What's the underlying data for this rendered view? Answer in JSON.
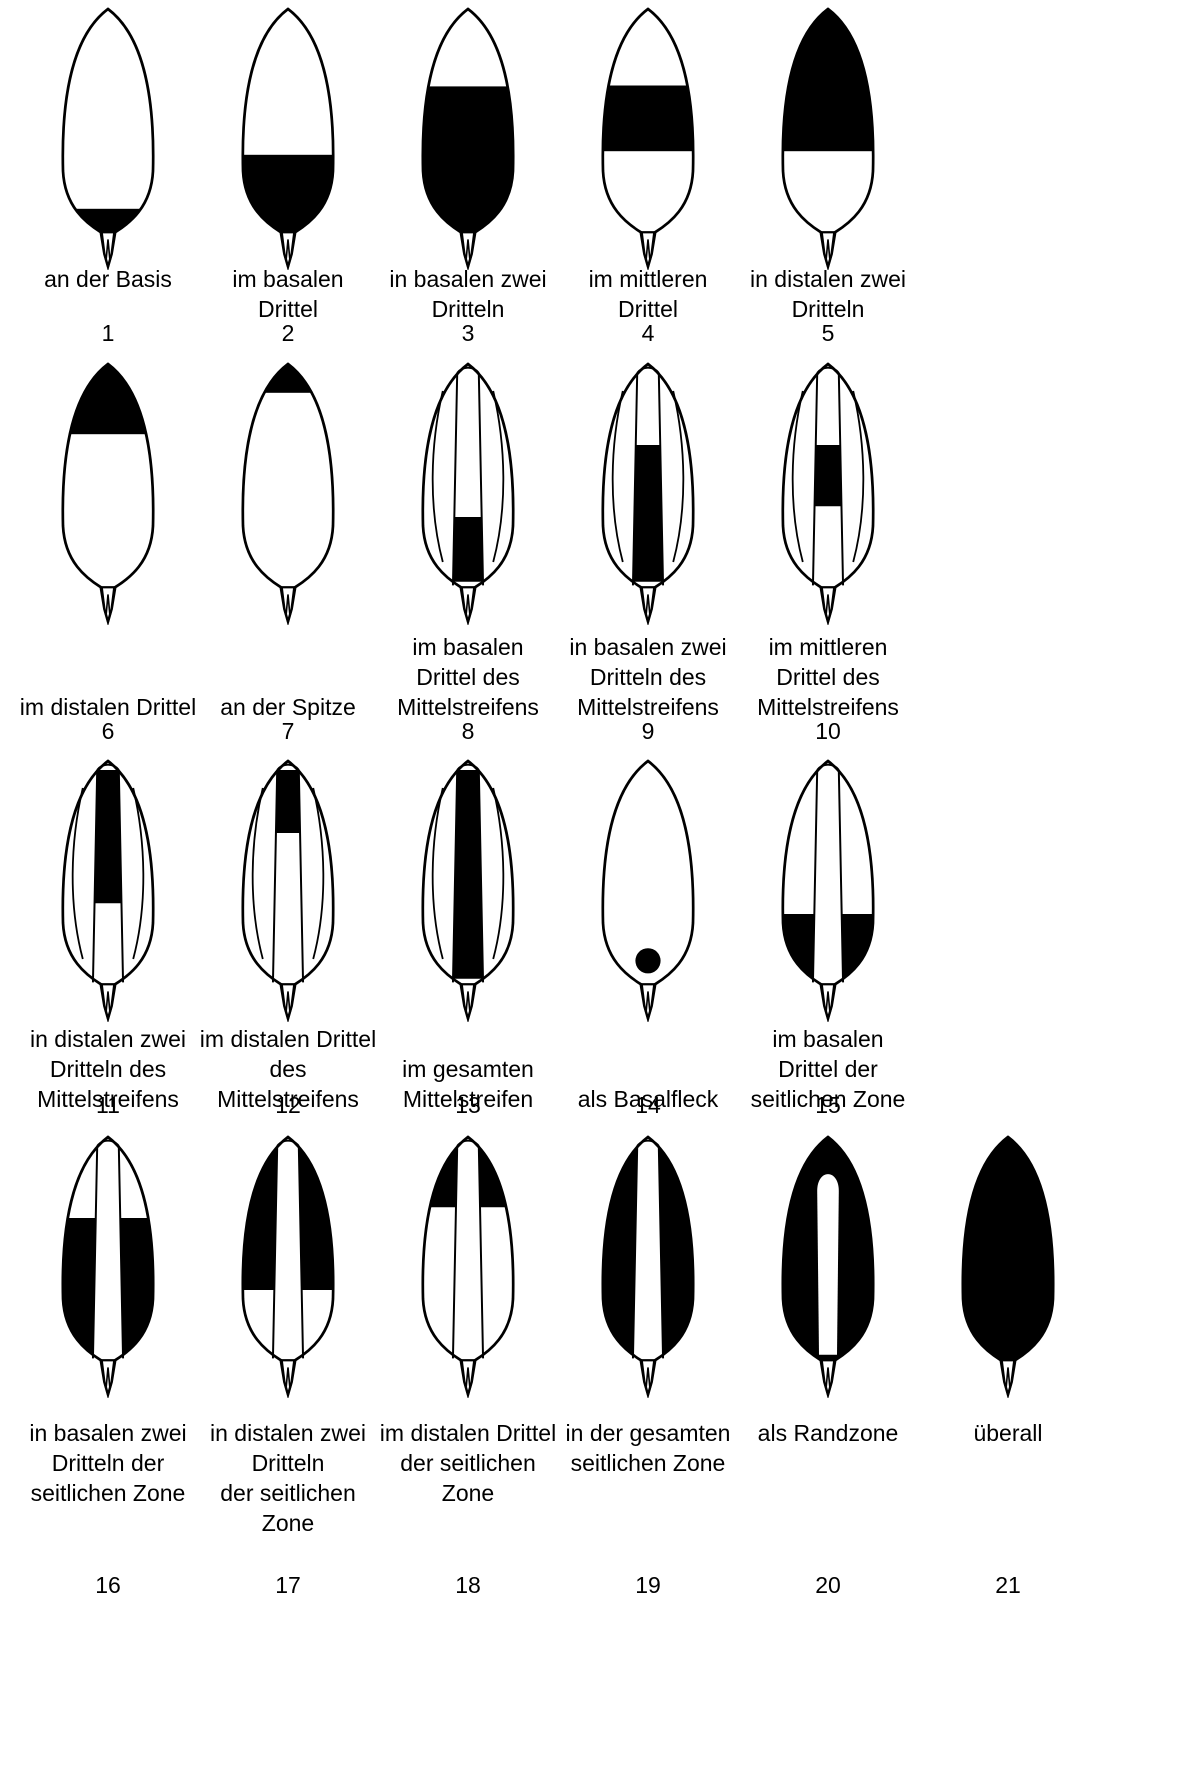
{
  "figure": {
    "rows": [
      {
        "items": [
          {
            "pattern": "basis",
            "label": "an der Basis",
            "number": "1"
          },
          {
            "pattern": "basal-third",
            "label": "im basalen\nDrittel",
            "number": "2"
          },
          {
            "pattern": "basal-two-thirds",
            "label": "in basalen zwei\nDritteln",
            "number": "3"
          },
          {
            "pattern": "middle-third",
            "label": "im mittleren\nDrittel",
            "number": "4"
          },
          {
            "pattern": "distal-two-thirds",
            "label": "in distalen zwei\nDritteln",
            "number": "5"
          }
        ]
      },
      {
        "items": [
          {
            "pattern": "distal-third",
            "label": "im distalen Drittel",
            "number": "6"
          },
          {
            "pattern": "tip",
            "label": "an der Spitze",
            "number": "7"
          },
          {
            "pattern": "stripe-basal-third",
            "label": "im basalen\nDrittel des\nMittelstreifens",
            "number": "8"
          },
          {
            "pattern": "stripe-basal-two-thirds",
            "label": "in basalen zwei\nDritteln des\nMittelstreifens",
            "number": "9"
          },
          {
            "pattern": "stripe-middle-third",
            "label": "im mittleren\nDrittel des\nMittelstreifens",
            "number": "10"
          }
        ]
      },
      {
        "items": [
          {
            "pattern": "stripe-distal-two-thirds",
            "label": "in distalen zwei\nDritteln des\nMittelstreifens",
            "number": "11"
          },
          {
            "pattern": "stripe-distal-third",
            "label": "im distalen Drittel\ndes\nMittelstreifens",
            "number": "12"
          },
          {
            "pattern": "stripe-whole",
            "label": "im gesamten\nMittelstreifen",
            "number": "13"
          },
          {
            "pattern": "basal-spot",
            "label": "als Basalfleck",
            "number": "14"
          },
          {
            "pattern": "lateral-basal-third",
            "label": "im basalen\nDrittel der\nseitlichen Zone",
            "number": "15"
          }
        ]
      },
      {
        "items": [
          {
            "pattern": "lateral-basal-two-thirds",
            "label": "in basalen zwei\nDritteln der\nseitlichen Zone",
            "number": "16"
          },
          {
            "pattern": "lateral-distal-two-thirds",
            "label": "in distalen zwei\nDritteln\nder seitlichen\nZone",
            "number": "17"
          },
          {
            "pattern": "lateral-distal-third",
            "label": "im distalen Drittel\nder seitlichen\nZone",
            "number": "18"
          },
          {
            "pattern": "lateral-whole",
            "label": "in der gesamten\nseitlichen Zone",
            "number": "19"
          },
          {
            "pattern": "margin",
            "label": "als  Randzone",
            "number": "20"
          },
          {
            "pattern": "overall",
            "label": "überall",
            "number": "21"
          }
        ]
      }
    ]
  }
}
